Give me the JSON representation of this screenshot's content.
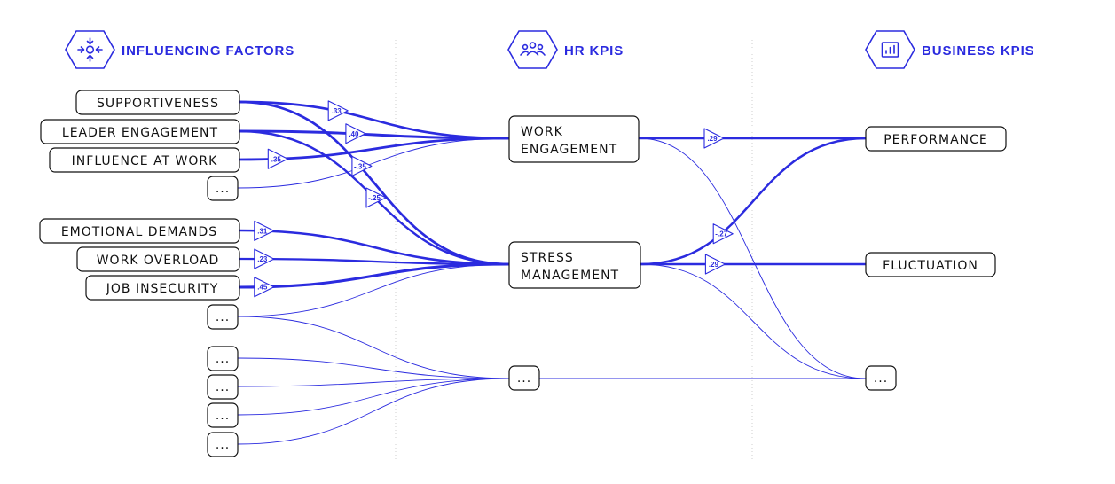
{
  "colors": {
    "accent": "#2b2bdf",
    "node_border": "#111111",
    "text": "#111111"
  },
  "columns": [
    {
      "title": "INFLUENCING FACTORS",
      "icon": "arrows-converge-icon"
    },
    {
      "title": "HR KPIS",
      "icon": "people-group-icon"
    },
    {
      "title": "BUSINESS KPIS",
      "icon": "bar-chart-icon"
    }
  ],
  "nodes": {
    "supportiveness": "SUPPORTIVENESS",
    "leader_engagement": "LEADER ENGAGEMENT",
    "influence_at_work": "INFLUENCE AT WORK",
    "ellipsis_1": "...",
    "emotional_demands": "EMOTIONAL DEMANDS",
    "work_overload": "WORK OVERLOAD",
    "job_insecurity": "JOB INSECURITY",
    "ellipsis_2": "...",
    "ellipsis_3": "...",
    "ellipsis_4": "...",
    "ellipsis_5": "...",
    "ellipsis_6": "...",
    "work_engagement": [
      "WORK",
      "ENGAGEMENT"
    ],
    "stress_management": [
      "STRESS",
      "MANAGEMENT"
    ],
    "hr_ellipsis": "...",
    "performance": "PERFORMANCE",
    "fluctuation": "FLUCTUATION",
    "biz_ellipsis": "..."
  },
  "edges": [
    {
      "from": "supportiveness",
      "to": "work_engagement",
      "weight": ".33"
    },
    {
      "from": "leader_engagement",
      "to": "work_engagement",
      "weight": ".40"
    },
    {
      "from": "influence_at_work",
      "to": "work_engagement",
      "weight": ".35"
    },
    {
      "from": "ellipsis_1",
      "to": "work_engagement",
      "weight": ""
    },
    {
      "from": "supportiveness",
      "to": "stress_management",
      "weight": "-.35"
    },
    {
      "from": "leader_engagement",
      "to": "stress_management",
      "weight": "-.25"
    },
    {
      "from": "emotional_demands",
      "to": "stress_management",
      "weight": ".31"
    },
    {
      "from": "work_overload",
      "to": "stress_management",
      "weight": ".23"
    },
    {
      "from": "job_insecurity",
      "to": "stress_management",
      "weight": ".45"
    },
    {
      "from": "ellipsis_2",
      "to": "stress_management",
      "weight": ""
    },
    {
      "from": "ellipsis_2",
      "to": "hr_ellipsis",
      "weight": ""
    },
    {
      "from": "ellipsis_3",
      "to": "hr_ellipsis",
      "weight": ""
    },
    {
      "from": "ellipsis_4",
      "to": "hr_ellipsis",
      "weight": ""
    },
    {
      "from": "ellipsis_5",
      "to": "hr_ellipsis",
      "weight": ""
    },
    {
      "from": "ellipsis_6",
      "to": "hr_ellipsis",
      "weight": ""
    },
    {
      "from": "work_engagement",
      "to": "performance",
      "weight": ".29"
    },
    {
      "from": "work_engagement",
      "to": "biz_ellipsis",
      "weight": ""
    },
    {
      "from": "stress_management",
      "to": "performance",
      "weight": "-.27"
    },
    {
      "from": "stress_management",
      "to": "fluctuation",
      "weight": ".29"
    },
    {
      "from": "stress_management",
      "to": "biz_ellipsis",
      "weight": ""
    },
    {
      "from": "hr_ellipsis",
      "to": "biz_ellipsis",
      "weight": ""
    }
  ]
}
